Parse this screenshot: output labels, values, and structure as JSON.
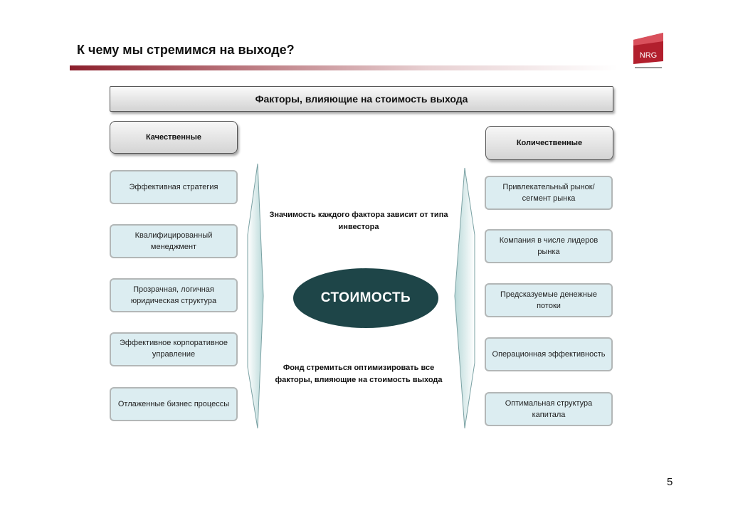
{
  "slide": {
    "title": "К чему мы стремимся на выходе?",
    "page_number": "5",
    "logo_text": "NRG"
  },
  "diagram": {
    "header": "Факторы, влияющие на стоимость выхода",
    "qualitative": {
      "label": "Качественные",
      "factors": [
        "Эффективная стратегия",
        "Квалифицированный менеджмент",
        "Прозрачная, логичная юридическая структура",
        "Эффективное корпоративное управление",
        "Отлаженные бизнес процессы"
      ]
    },
    "quantitative": {
      "label": "Количественные",
      "factors": [
        "Привлекательный рынок/ сегмент рынка",
        "Компания в числе лидеров рынка",
        "Предсказуемые денежные потоки",
        "Операционная эффективность",
        "Оптимальная структура капитала"
      ]
    },
    "center_label": "СТОИМОСТЬ",
    "note_top": "Значимость каждого фактора зависит от типа инвестора",
    "note_bottom": "Фонд стремиться оптимизировать все факторы, влияющие на стоимость выхода",
    "colors": {
      "factor_fill": "#dcedf1",
      "factor_border": "#b3b7b7",
      "center_fill": "#1e4548",
      "arrow_fill": "#b9d9d9",
      "accent": "#8b1e2b"
    }
  }
}
